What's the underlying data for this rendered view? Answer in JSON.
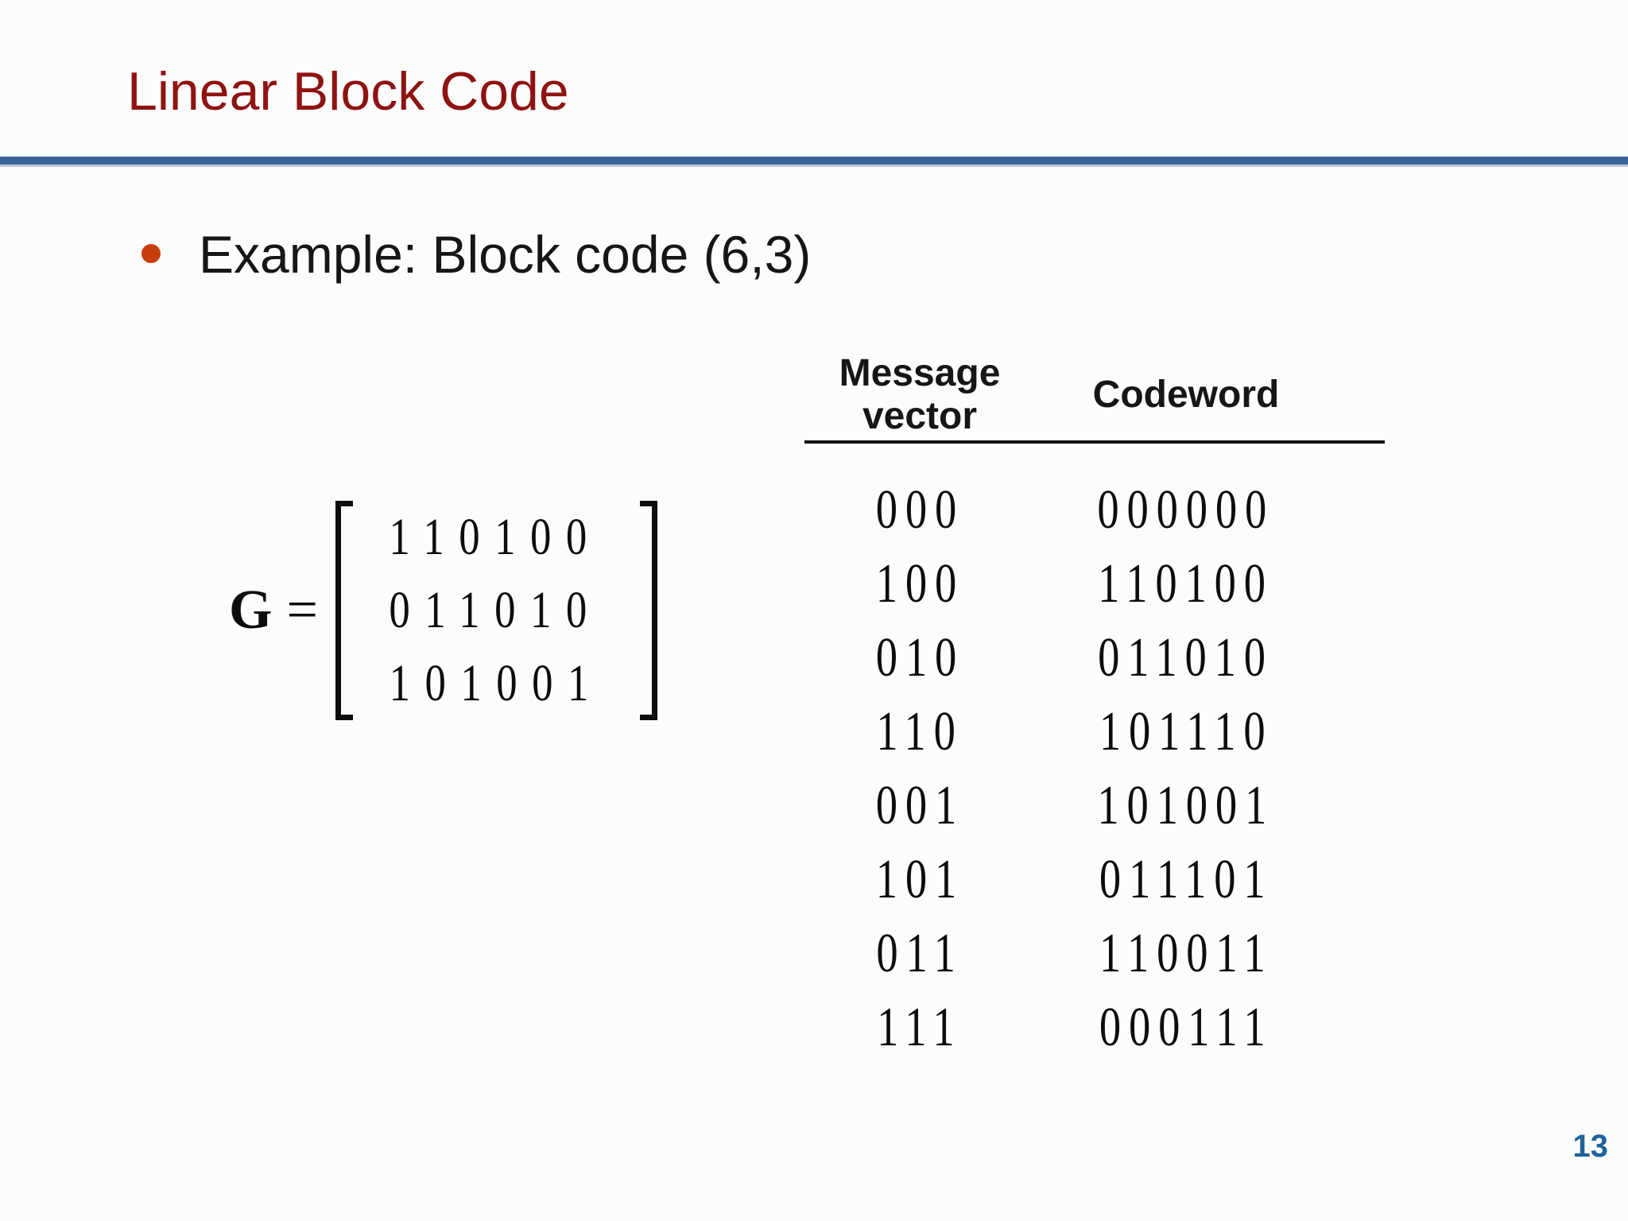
{
  "slide": {
    "title": "Linear Block Code",
    "bullet_text": "Example: Block code (6,3)",
    "page_number": "13",
    "colors": {
      "title": "#8e1311",
      "rule": "#3c6497",
      "bullet_dot": "#c93c0e",
      "body_text": "#161616",
      "digits": "#0d0d0d",
      "page_number": "#1e639c",
      "background": "#fcfcfc"
    }
  },
  "matrix": {
    "label": "G",
    "equals": "=",
    "rows": [
      "110100",
      "011010",
      "101001"
    ]
  },
  "table": {
    "headers": {
      "message": "Message vector",
      "codeword": "Codeword"
    },
    "rows": [
      {
        "message": "000",
        "codeword": "000000"
      },
      {
        "message": "100",
        "codeword": "110100"
      },
      {
        "message": "010",
        "codeword": "011010"
      },
      {
        "message": "110",
        "codeword": "101110"
      },
      {
        "message": "001",
        "codeword": "101001"
      },
      {
        "message": "101",
        "codeword": "011101"
      },
      {
        "message": "011",
        "codeword": "110011"
      },
      {
        "message": "111",
        "codeword": "000111"
      }
    ]
  }
}
